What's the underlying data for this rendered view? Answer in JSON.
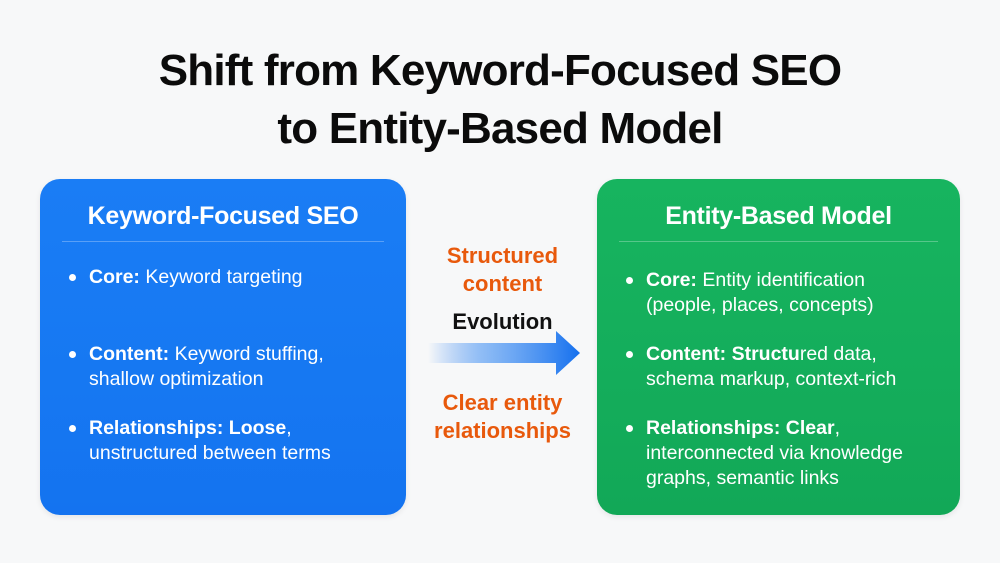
{
  "title": {
    "line1": "Shift from Keyword-Focused SEO",
    "line2": "to Entity-Based Model"
  },
  "left_card": {
    "heading": "Keyword-Focused SEO",
    "color": "#1678f2",
    "bullets": [
      {
        "label": "Core:",
        "text_bold_extra": "",
        "text": " Keyword targeting",
        "line2": ""
      },
      {
        "label": "Content:",
        "text_bold_extra": "",
        "text": " Keyword stuffing,",
        "line2": "shallow optimization"
      },
      {
        "label": "Relationships:",
        "text_bold_extra": " Loose",
        "text": ",",
        "line2": "unstructured between terms"
      }
    ]
  },
  "right_card": {
    "heading": "Entity-Based Model",
    "color": "#14ad5b",
    "bullets": [
      {
        "label": "Core:",
        "text_bold_extra": "",
        "text": " Entity identification",
        "line2": "(people, places, concepts)"
      },
      {
        "label": "Content:",
        "text_bold_extra": " Structu",
        "text": "red data,",
        "line2": "schema markup, context-rich"
      },
      {
        "label": "Relationships:",
        "text_bold_extra": " Clear",
        "text": ",",
        "line2": "interconnected via knowledge",
        "line3": "graphs, semantic links"
      }
    ]
  },
  "middle": {
    "top_label_line1": "Structured",
    "top_label_line2": "content",
    "center_label": "Evolution",
    "bottom_label_line1": "Clear entity",
    "bottom_label_line2": "relationships",
    "arrow_icon": "right-arrow-gradient",
    "accent_orange": "#e8590c",
    "arrow_blue": "#1570ee"
  }
}
